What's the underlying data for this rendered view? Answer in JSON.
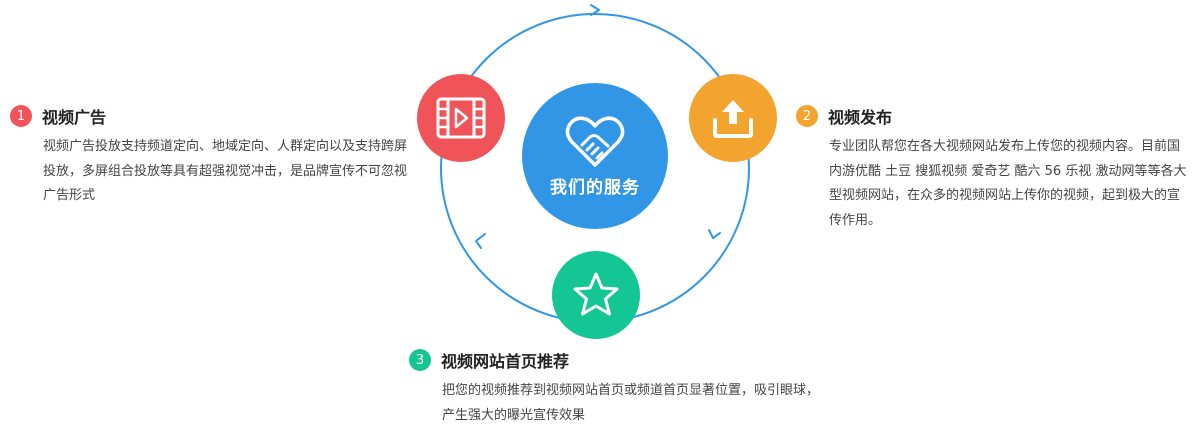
{
  "center": {
    "title": "我们的服务",
    "icon": "handshake-heart-icon"
  },
  "services": [
    {
      "number": "1",
      "title": "视频广告",
      "icon": "video-play-icon",
      "color": "#f05459",
      "description": "视频广告投放支持频道定向、地域定向、人群定向以及支持跨屏投放，多屏组合投放等具有超强视觉冲击，是品牌宣传不可忽视广告形式"
    },
    {
      "number": "2",
      "title": "视频发布",
      "icon": "upload-icon",
      "color": "#f2a42e",
      "description": "专业团队帮您在各大视频网站发布上传您的视频内容。目前国内游优酷 土豆 搜狐视频 爱奇艺 酷六 56 乐视 激动网等等各大型视频网站，在众多的视频网站上传你的视频，起到极大的宣传作用。"
    },
    {
      "number": "3",
      "title": "视频网站首页推荐",
      "icon": "star-icon",
      "color": "#14c693",
      "description": "把您的视频推荐到视频网站首页或频道首页显著位置，吸引眼球，产生强大的曝光宣传效果"
    }
  ],
  "colors": {
    "ring": "#3196e6",
    "center": "#3196e6"
  }
}
